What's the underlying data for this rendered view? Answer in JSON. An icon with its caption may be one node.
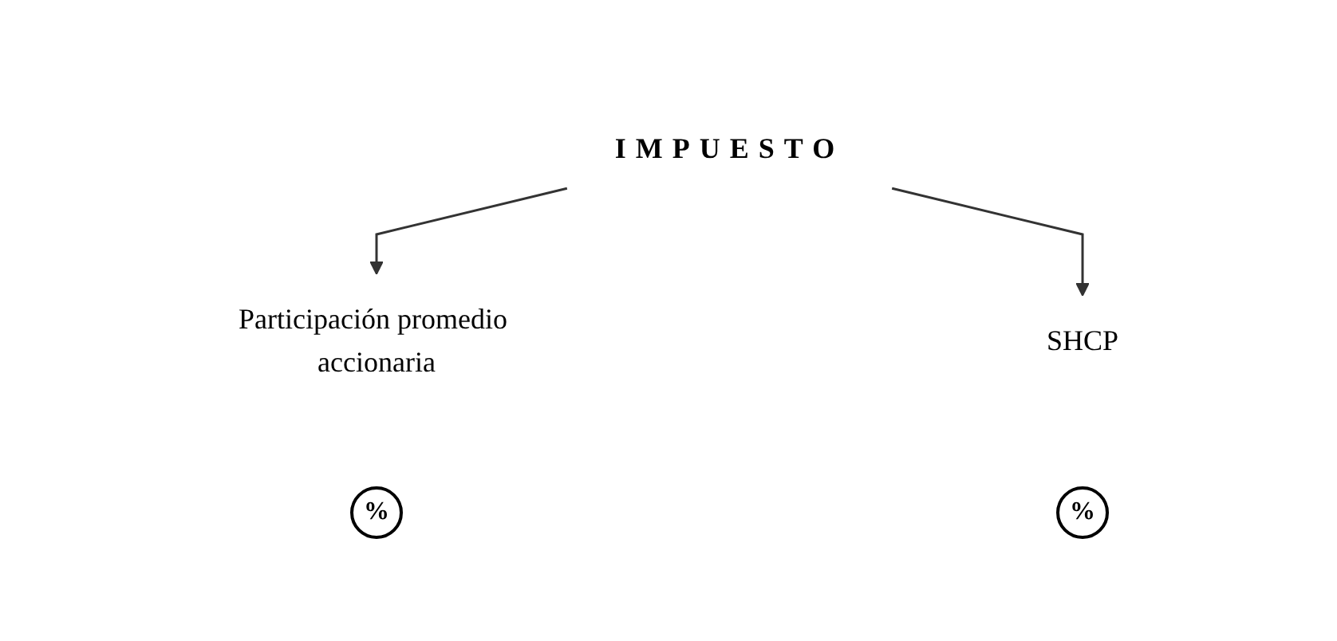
{
  "diagram": {
    "nodes": [
      {
        "text": [
          "IMPUESTO"
        ]
      },
      {
        "text": [
          "Participación promedio accionaria"
        ]
      },
      {
        "text": [
          "SHCP"
        ]
      },
      {
        "text": [
          "%"
        ]
      },
      {
        "text": [
          "%"
        ]
      }
    ],
    "edges": [
      {
        "from": 0,
        "to": 1,
        "arrow": "to"
      },
      {
        "from": 0,
        "to": 2,
        "arrow": "to"
      }
    ]
  }
}
